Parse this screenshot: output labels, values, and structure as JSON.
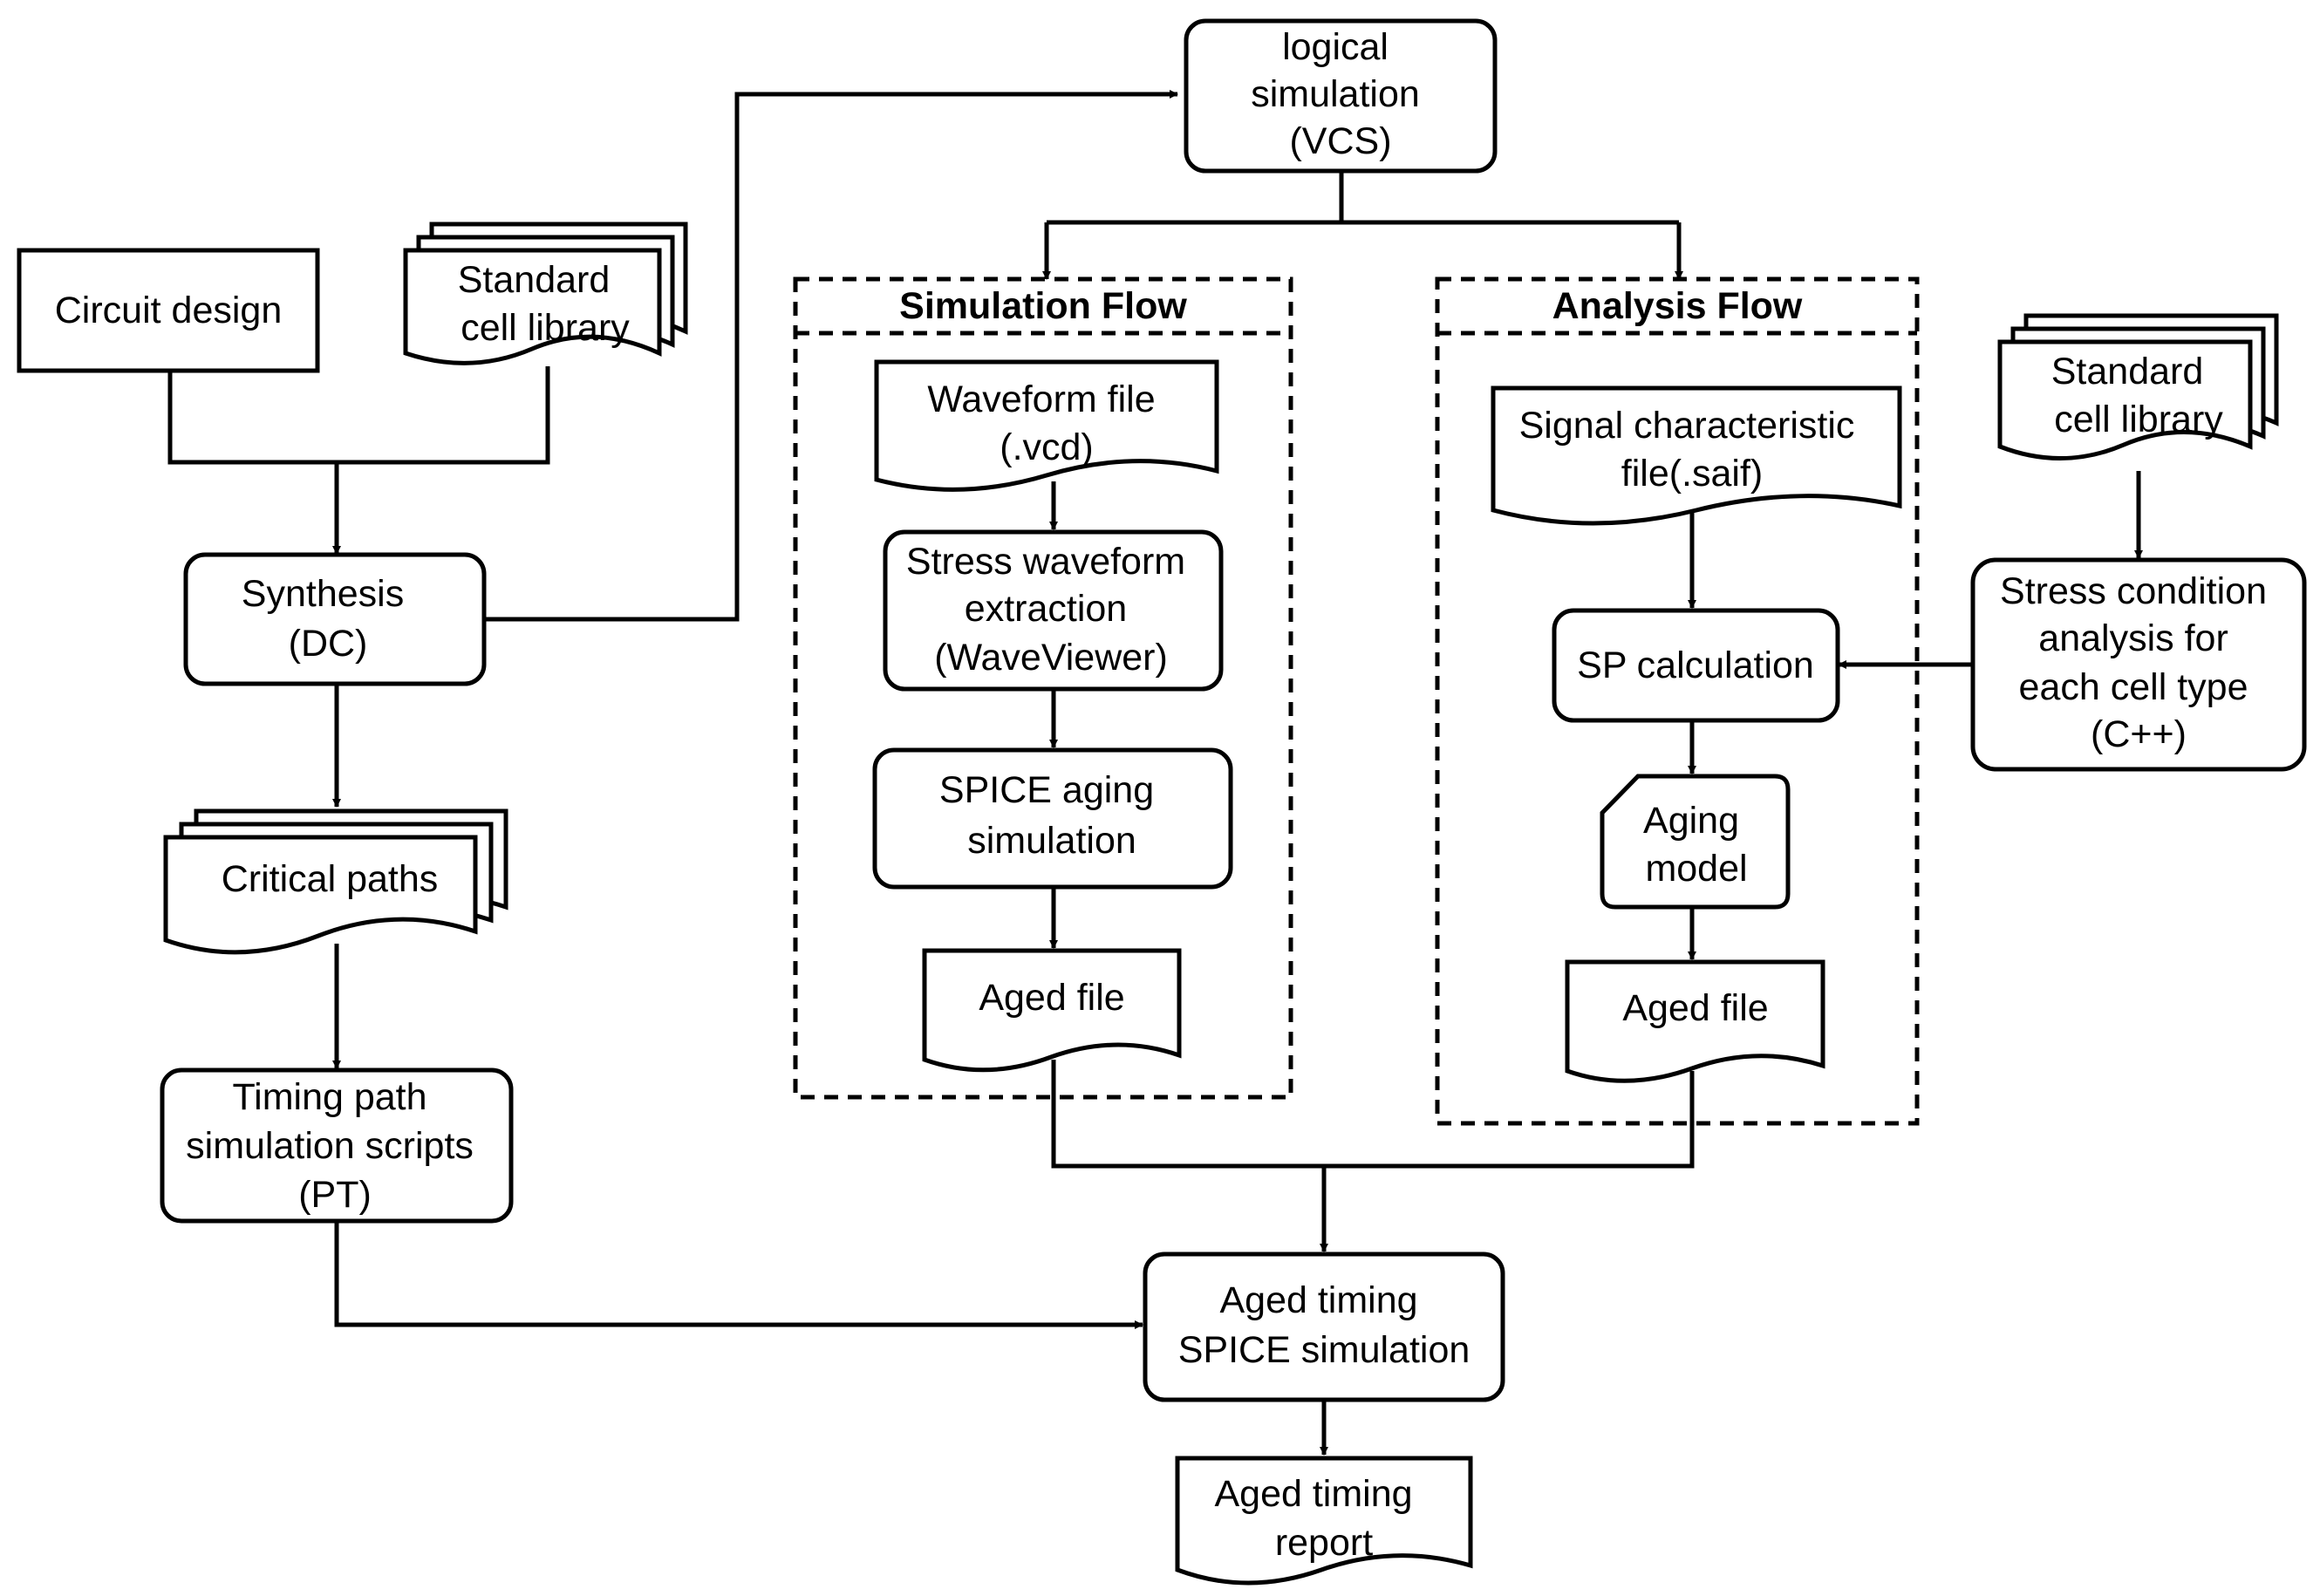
{
  "nodes": {
    "logical_sim": [
      "logical",
      "simulation",
      "(VCS)"
    ],
    "circuit_design": [
      "Circuit design"
    ],
    "std_lib_left": [
      "Standard",
      "cell library"
    ],
    "synthesis": [
      "Synthesis",
      "(DC)"
    ],
    "critical_paths": [
      "Critical paths"
    ],
    "timing_scripts": [
      "Timing path",
      "simulation scripts",
      "(PT)"
    ],
    "waveform_file": [
      "Waveform file",
      "(.vcd)"
    ],
    "stress_wave": [
      "Stress waveform",
      "extraction",
      "(WaveViewer)"
    ],
    "spice_aging": [
      "SPICE aging",
      "simulation"
    ],
    "aged_file_sim": [
      "Aged file"
    ],
    "signal_char": [
      "Signal characteristic",
      "file(.saif)"
    ],
    "sp_calc": [
      "SP calculation"
    ],
    "aging_model": [
      "Aging",
      "model"
    ],
    "aged_file_ana": [
      "Aged file"
    ],
    "std_lib_right": [
      "Standard",
      "cell library"
    ],
    "stress_cond": [
      "Stress condition",
      "analysis for",
      "each cell type",
      "(C++)"
    ],
    "aged_timing_sim": [
      "Aged timing",
      "SPICE simulation"
    ],
    "aged_timing_report": [
      "Aged timing",
      "report"
    ]
  },
  "groups": {
    "simulation_flow": "Simulation Flow",
    "analysis_flow": "Analysis Flow"
  }
}
